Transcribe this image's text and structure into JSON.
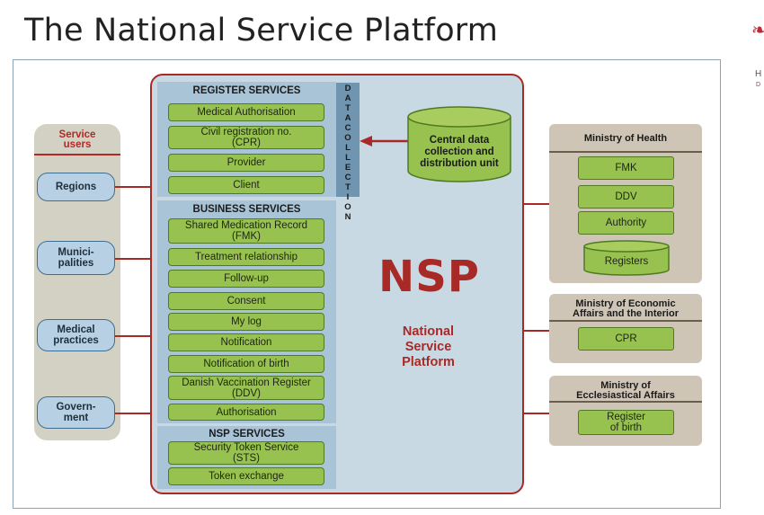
{
  "slide": {
    "title": "The National Service Platform",
    "side_h": "H",
    "side_d": "D"
  },
  "service_users": {
    "title_line1": "Service",
    "title_line2": "users",
    "items": [
      {
        "line1": "Regions",
        "line2": ""
      },
      {
        "line1": "Munici-",
        "line2": "palities"
      },
      {
        "line1": "Medical",
        "line2": "practices"
      },
      {
        "line1": "Govern-",
        "line2": "ment"
      }
    ]
  },
  "register_services": {
    "title": "REGISTER SERVICES",
    "items": [
      {
        "line1": "Medical Authorisation",
        "line2": ""
      },
      {
        "line1": "Civil registration no.",
        "line2": "(CPR)"
      },
      {
        "line1": "Provider",
        "line2": ""
      },
      {
        "line1": "Client",
        "line2": ""
      }
    ]
  },
  "data_collection": {
    "letters": [
      "D",
      "A",
      "T",
      "A",
      " ",
      "C",
      "O",
      "L",
      "L",
      "E",
      "C",
      "T",
      "I",
      "O",
      "N"
    ]
  },
  "central_unit": {
    "line1": "Central data",
    "line2": "collection and",
    "line3": "distribution unit"
  },
  "business_services": {
    "title": "BUSINESS SERVICES",
    "items": [
      {
        "line1": "Shared Medication Record",
        "line2": "(FMK)"
      },
      {
        "line1": "Treatment relationship",
        "line2": ""
      },
      {
        "line1": "Follow-up",
        "line2": ""
      },
      {
        "line1": "Consent",
        "line2": ""
      },
      {
        "line1": "My log",
        "line2": ""
      },
      {
        "line1": "Notification",
        "line2": ""
      },
      {
        "line1": "Notification of birth",
        "line2": ""
      },
      {
        "line1": "Danish Vaccination Register",
        "line2": "(DDV)"
      },
      {
        "line1": "Authorisation",
        "line2": ""
      }
    ]
  },
  "nsp_services": {
    "title": "NSP SERVICES",
    "items": [
      {
        "line1": "Security Token Service",
        "line2": "(STS)"
      },
      {
        "line1": "Token exchange",
        "line2": ""
      }
    ]
  },
  "nsp": {
    "big": "NSP",
    "line1": "National",
    "line2": "Service",
    "line3": "Platform"
  },
  "ministry_health": {
    "title": "Ministry of Health",
    "items": [
      "FMK",
      "DDV",
      "Authority"
    ],
    "registers": "Registers"
  },
  "ministry_economic": {
    "line1": "Ministry of Economic",
    "line2": "Affairs and the Interior",
    "items": [
      "CPR"
    ]
  },
  "ministry_ecclesiastical": {
    "line1": "Ministry of",
    "line2": "Ecclesiastical Affairs",
    "item_line1": "Register",
    "item_line2": "of birth"
  },
  "colors": {
    "accent_red": "#a82a26",
    "green_box": "#98c24f",
    "blue_panel": "#a9c4d6",
    "nsp_bg": "#c9d9e3",
    "ministry_bg": "#cec5b6"
  }
}
